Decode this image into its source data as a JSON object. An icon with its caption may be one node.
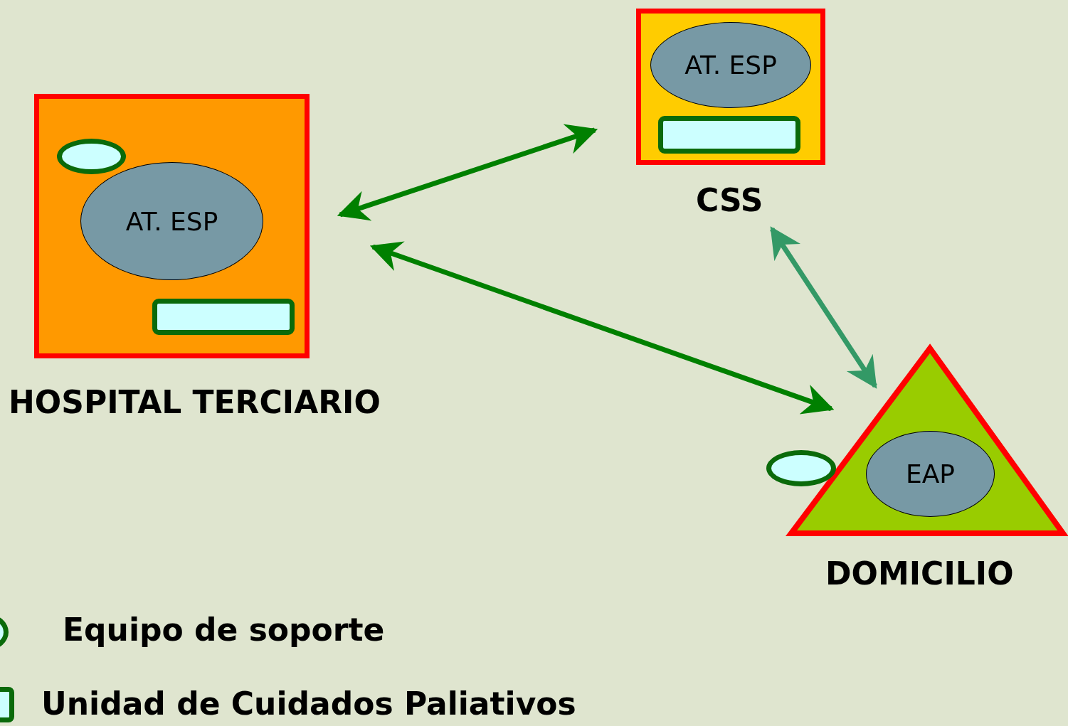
{
  "diagram": {
    "nodes": [
      {
        "text": [
          "HOSPITAL TERCIARIO"
        ]
      },
      {
        "text": [],
        "shape": "ellipse",
        "in": 0
      },
      {
        "text": [
          "AT. ESP"
        ],
        "in": 0
      },
      {
        "text": [],
        "shape": "bar",
        "in": 0
      },
      {
        "text": [
          "CSS"
        ]
      },
      {
        "text": [
          "AT. ESP"
        ],
        "in": 4
      },
      {
        "text": [],
        "shape": "bar",
        "in": 4
      },
      {
        "text": [
          "DOMICILIO"
        ]
      },
      {
        "text": [],
        "shape": "ellipse"
      },
      {
        "text": [
          "EAP"
        ],
        "in": 7
      }
    ],
    "edges": [
      {
        "from": 0,
        "to": 4,
        "arrow": "both"
      },
      {
        "from": 0,
        "to": 7,
        "arrow": "both"
      },
      {
        "from": 4,
        "to": 7,
        "arrow": "both",
        "color": "#339966"
      }
    ],
    "legend": [
      {
        "text": "Equipo de soporte"
      },
      {
        "text": "Unidad de Cuidados Paliativos"
      }
    ]
  }
}
